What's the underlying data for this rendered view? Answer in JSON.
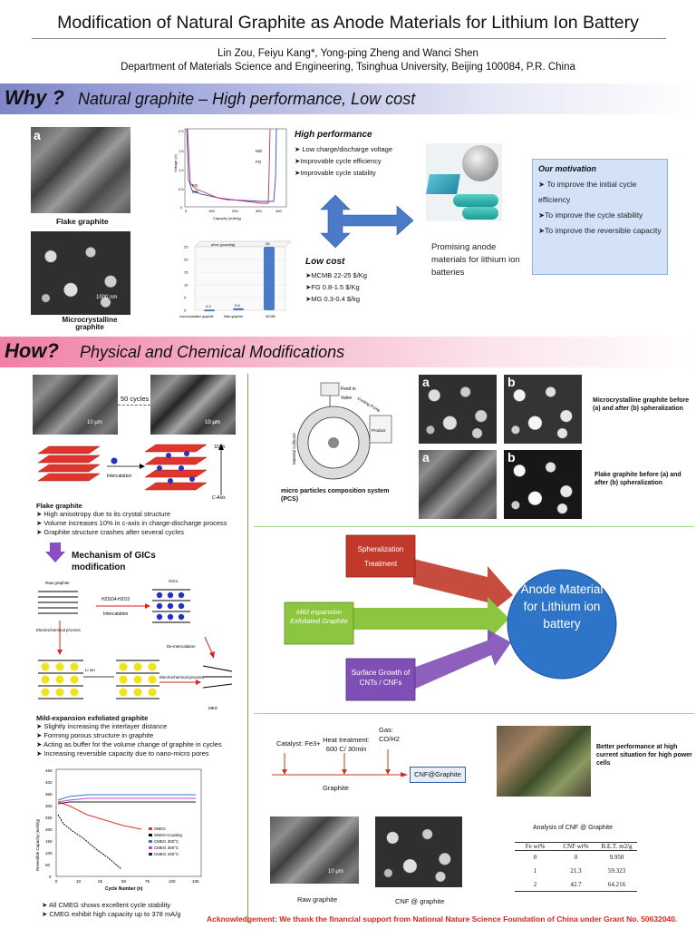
{
  "header": {
    "title": "Modification of Natural Graphite as Anode Materials for Lithium Ion Battery",
    "authors": "Lin Zou, Feiyu Kang*, Yong-ping Zheng and Wanci Shen",
    "affiliation": "Department of Materials Science and Engineering, Tsinghua University, Beijing 100084, P.R. China"
  },
  "why": {
    "key": "Why ?",
    "sub": "Natural graphite – High performance, Low cost",
    "panel_a": "a",
    "flake_label": "Flake graphite",
    "micro_label": "Microcrystalline graphite",
    "micro_scale": "1000 nm",
    "voltage_chart": {
      "ylabel": "Voltage (V)",
      "xlabel": "Capacity (mAh/g)",
      "xticks": [
        "0",
        "100",
        "200",
        "300",
        "400"
      ],
      "yticks": [
        "2.0",
        "1.5",
        "1.0",
        "0.5",
        "0"
      ],
      "legend": [
        "MG",
        "FG",
        "FG",
        "MG"
      ]
    },
    "high_perf": {
      "title": "High performance",
      "items": [
        "➤ Low charge/discharge voltage",
        "➤Improvable cycle efficiency",
        "➤Improvable cycle stability"
      ]
    },
    "cost_chart": {
      "title": "price (yuan/kg)",
      "values": [
        0.3,
        0.8,
        25
      ],
      "value_labels": [
        "0.3",
        "0.8",
        "25"
      ],
      "categories": [
        "microcrystalline graphite",
        "flake graphite",
        "MCMB"
      ],
      "yticks": [
        "25",
        "20",
        "15",
        "10",
        "5",
        "0"
      ]
    },
    "low_cost": {
      "title": "Low cost",
      "items": [
        "➤MCMB 22-25 $/Kg",
        "➤FG 0.8-1.5 $/Kg",
        "➤MG 0.3-0.4 $/kg"
      ]
    },
    "battery_text": "Promising anode materials for lithium ion batteries",
    "motivation": {
      "title": "Our motivation",
      "items": [
        "➤ To improve the initial cycle efficiency",
        "➤To improve the cycle stability",
        "➤To improve the reversible capacity"
      ]
    }
  },
  "how": {
    "key": "How?",
    "sub": "Physical and Chemical Modifications",
    "cycles_label": "50 cycles",
    "scale_10um": "10 μm",
    "intercalation_label": "Intercalation",
    "percent_label": "110%",
    "caxis_label": "C-Axis",
    "flake_title": "Flake graphite",
    "flake_items": [
      "➤ High anisotropy due to its crystal structure",
      "➤ Volume increases 10% in c-axis in charge-discharge process",
      "➤ Graphite structure crashes after several cycles"
    ],
    "gic_title": "Mechanism of GICs modification",
    "raw_graphite": "Raw graphite",
    "gics": "GICs",
    "reagent": "H2SO4-H2O2",
    "intercal2": "Intercalation",
    "electrochem1": "Electrochemical process",
    "li_ion": "Li ion",
    "deintercal": "De-intercalation",
    "electrochem2": "Electrochemical process",
    "meg": "MEG",
    "meg_title": "Mild-expansion exfoliated graphite",
    "meg_items": [
      "➤ Slightly increasing the interlayer distance",
      "➤ Forming porous structure in graphite",
      "➤ Acting as buffer for the volume change of graphite in cycles",
      "➤ Increasing reversible capacity due to nano-micro pores"
    ],
    "cycle_chart": {
      "ylabel": "Reversible Capacity (mAh/g)",
      "xlabel": "Cycle Number (n)",
      "xticks": [
        "0",
        "10",
        "25",
        "50",
        "75",
        "100",
        "105"
      ],
      "yticks": [
        "450",
        "400",
        "350",
        "300",
        "250",
        "200",
        "150",
        "100",
        "50",
        "0"
      ],
      "legend": [
        "SNEG",
        "SNEG+Coating",
        "CMEG 300°C",
        "CMEG 350°C",
        "CMEG 400°C"
      ]
    },
    "cycle_notes": [
      "➤ All CMEG shows excellent cycle stability",
      "➤ CMEG exhibit high capacity up to 378 mA/g"
    ],
    "pcs_labels": {
      "feed": "Feed in",
      "valve": "Valve",
      "product": "Product",
      "rotor": "Material Collector",
      "pump": "Cooling Pump"
    },
    "pcs_caption": "micro particles composition system (PCS)",
    "sem_a": "a",
    "sem_b": "b",
    "micro_caption": "Microcrystalline graphite before (a) and after (b) spheralization",
    "flake_caption": "Flake graphite before (a) and after (b) spheralization",
    "flow": {
      "sph": "Spheralization Treatment",
      "mild": "Mild expansion Exfoliated Graphite",
      "cnt": "Surface Growth of CNTs / CNFs",
      "anode": "Anode Material for Lithium ion battery"
    },
    "cnf": {
      "catalyst": "Catalyst: Fe3+",
      "heat": "Heat treatment: 600 C/ 30min",
      "gas": "Gas: CO/H2",
      "graphite": "Graphite",
      "product": "CNF@Graphite",
      "better": "Better performance at high current situation for high power cells",
      "raw_caption": "Raw graphite",
      "cnf_caption": "CNF @ graphite",
      "table_title": "Analysis of CNF @ Graphite",
      "table_head": [
        "Fe wt%",
        "CNF wt%",
        "B.E.T. m2/g"
      ],
      "table_rows": [
        [
          "0",
          "0",
          "9.950"
        ],
        [
          "1",
          "21.3",
          "59.323"
        ],
        [
          "2",
          "42.7",
          "64.216"
        ]
      ]
    }
  },
  "ack": "Acknowledgement: We thank the financial support from National Nature Science Foundation of China under Grant No. 50632040.",
  "colors": {
    "why_band": "#7f86c8",
    "how_band": "#f07fa6",
    "arrow_blue": "#4a7ac8",
    "flow_red": "#c0392b",
    "flow_green": "#8cc63f",
    "flow_purple": "#7f4fb5",
    "anode_blue": "#2e75c9"
  }
}
